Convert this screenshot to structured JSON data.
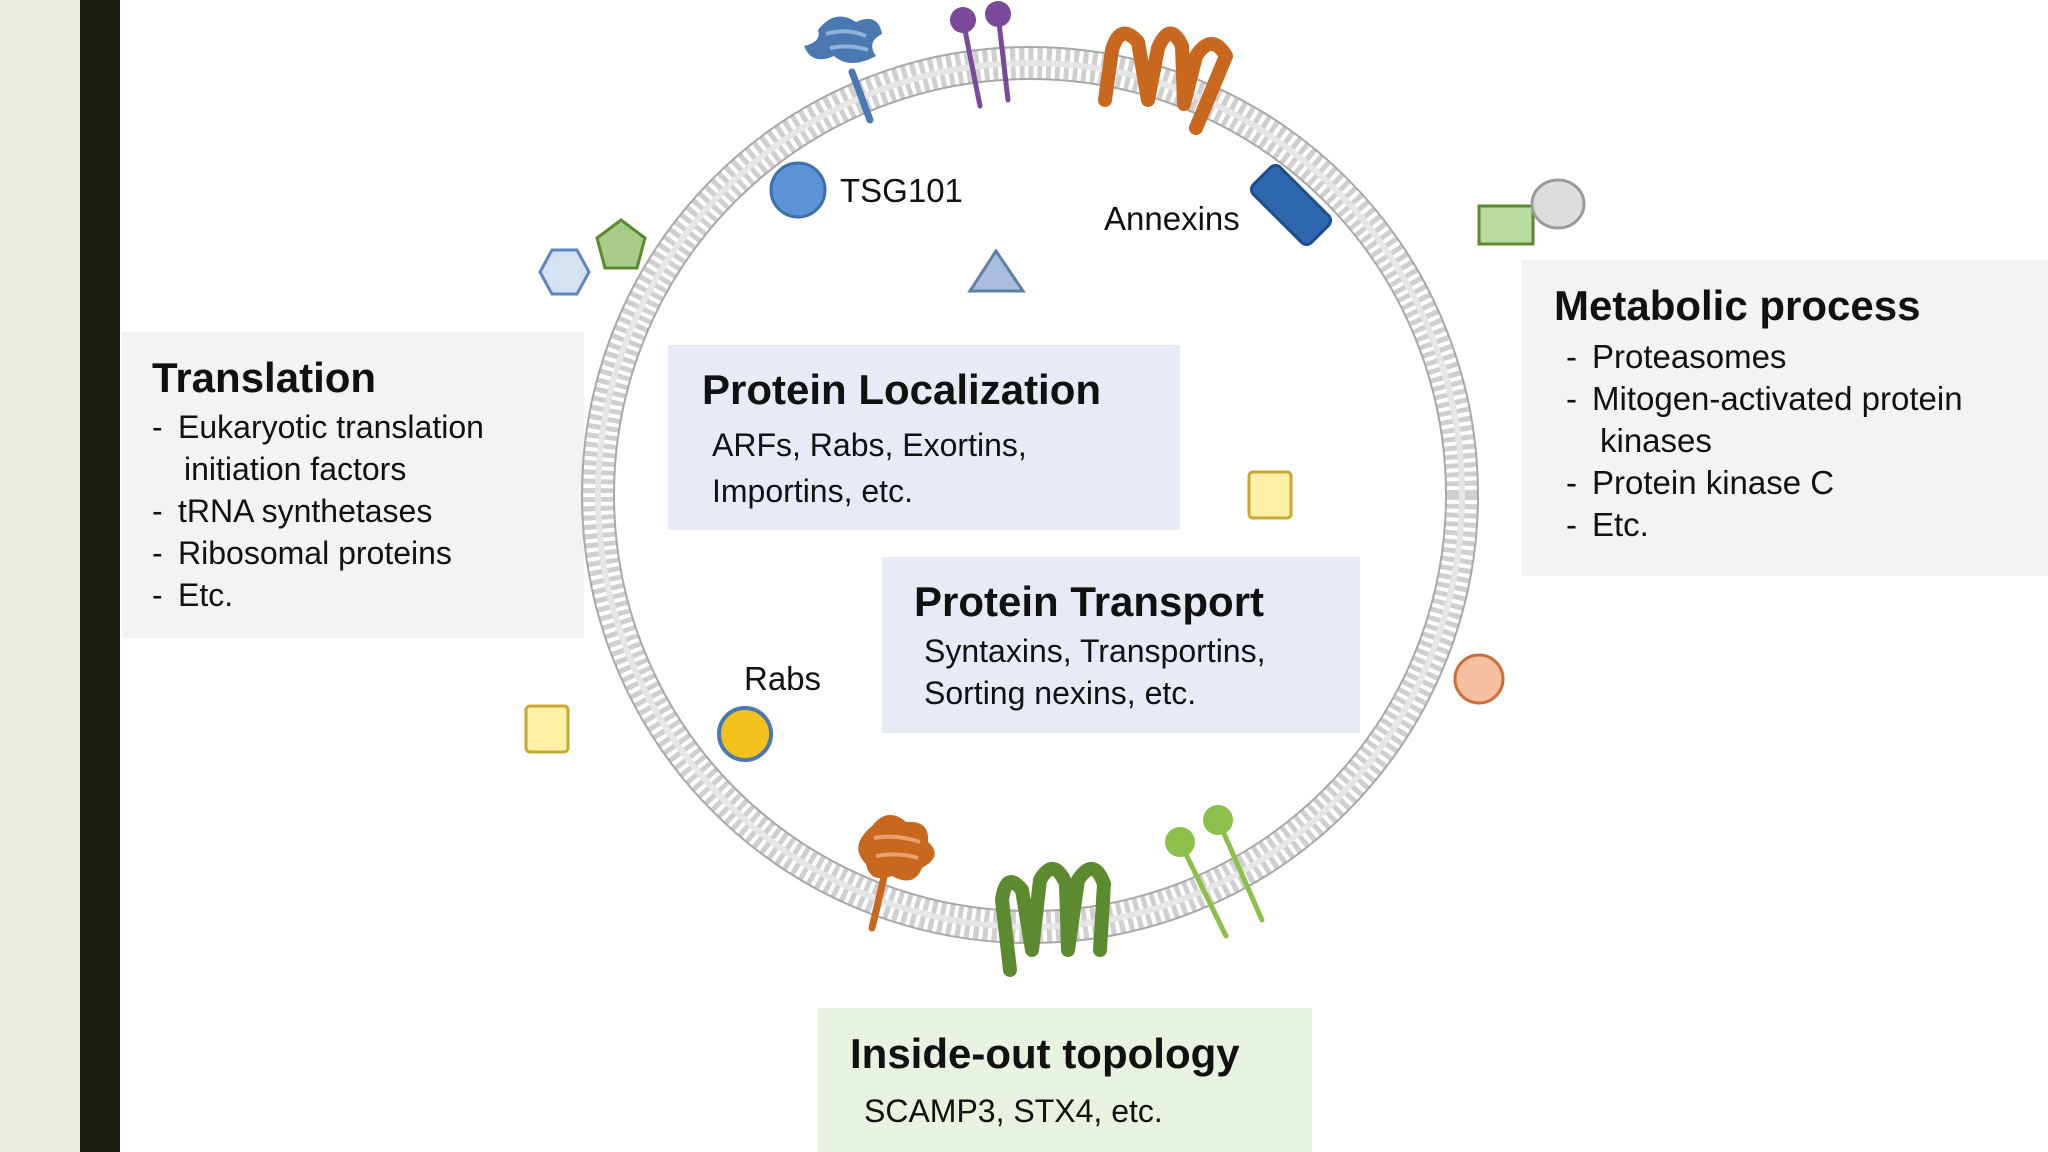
{
  "labels": {
    "tsg101": "TSG101",
    "annexins": "Annexins",
    "rabs": "Rabs"
  },
  "translation": {
    "title": "Translation",
    "items": [
      "Eukaryotic translation",
      "initiation factors",
      "tRNA synthetases",
      "Ribosomal proteins",
      "Etc."
    ]
  },
  "protein_localization": {
    "title": "Protein Localization",
    "lines": [
      "ARFs, Rabs, Exortins,",
      "Importins, etc."
    ]
  },
  "protein_transport": {
    "title": "Protein Transport",
    "lines": [
      "Syntaxins, Transportins,",
      "Sorting nexins, etc."
    ]
  },
  "metabolic_process": {
    "title": "Metabolic process",
    "items": [
      "Proteasomes",
      "Mitogen-activated protein",
      "kinases",
      "Protein kinase C",
      "Etc."
    ]
  },
  "inside_out": {
    "title": "Inside-out topology",
    "line": "SCAMP3, STX4, etc."
  },
  "colors": {
    "box_gray": "#f3f3f3",
    "box_blue": "#e6ebf6",
    "box_green": "#e8f2e0",
    "membrane": "#c8c8c8",
    "blue": "#4a78b0",
    "purple": "#7a4a9a",
    "orange": "#c8681e",
    "green": "#5d8a30",
    "light_green": "#8cc04a",
    "yellow": "#efd050"
  }
}
